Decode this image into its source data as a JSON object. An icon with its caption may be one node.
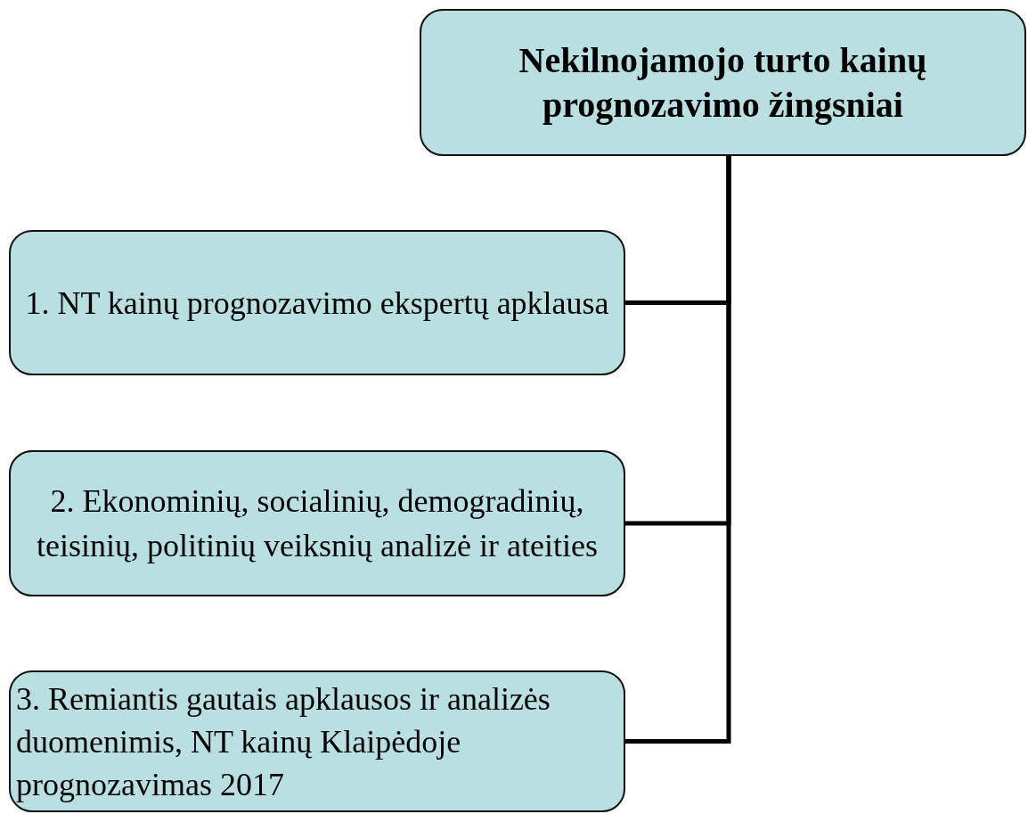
{
  "diagram": {
    "nodes": [
      {
        "text": [
          "Nekilnojamojo turto kainų prognozavimo žingsniai"
        ]
      },
      {
        "text": [
          "1. NT kainų prognozavimo ekspertų apklausa"
        ]
      },
      {
        "text": [
          "2. Ekonominių, socialinių, demogradinių, teisinių, politinių veiksnių analizė ir ateities"
        ]
      },
      {
        "text": [
          "3. Remiantis gautais apklausos ir analizės duomenimis, NT kainų Klaipėdoje prognozavimas 2017"
        ]
      }
    ],
    "edges": [
      {
        "from": 0,
        "to": 1,
        "arrow": "none"
      },
      {
        "from": 0,
        "to": 2,
        "arrow": "none"
      },
      {
        "from": 0,
        "to": 3,
        "arrow": "none"
      }
    ]
  }
}
